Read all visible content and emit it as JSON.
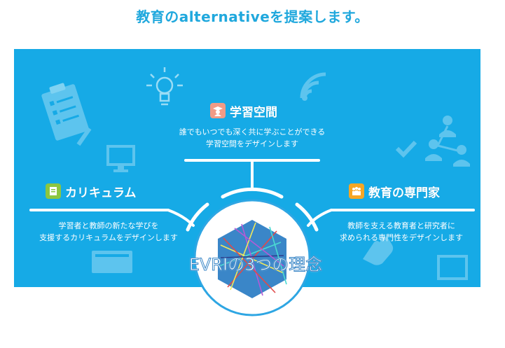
{
  "headline": "教育のalternativeを提案します。",
  "colors": {
    "panel": "#16aae6",
    "headline": "#20a8dd",
    "space_icon_bg": "#f19b86",
    "curriculum_icon_bg": "#8cc63f",
    "expert_icon_bg": "#f7a623",
    "deco_icon": "#5dc4ee"
  },
  "pillars": {
    "learning_space": {
      "title": "学習空間",
      "icon": "graduate-icon",
      "desc_line1": "誰でもいつでも深く共に学ぶことができる",
      "desc_line2": "学習空間をデザインします"
    },
    "curriculum": {
      "title": "カリキュラム",
      "icon": "book-icon",
      "desc_line1": "学習者と教師の新たな学びを",
      "desc_line2": "支援するカリキュラムをデザインします"
    },
    "education_expert": {
      "title": "教育の専門家",
      "icon": "people-icon",
      "desc_line1": "教師を支える教育者と研究者に",
      "desc_line2": "求められる専門性をデザインします"
    }
  },
  "center": {
    "title": "EVRIの3つの理念",
    "icon": "evri-hexagon-logo"
  },
  "decorations": [
    "clipboard-icon",
    "lightbulb-icon",
    "wifi-icon",
    "monitor-icon",
    "network-icon",
    "checkmark-icon",
    "tablet-icon",
    "hand-icon"
  ]
}
